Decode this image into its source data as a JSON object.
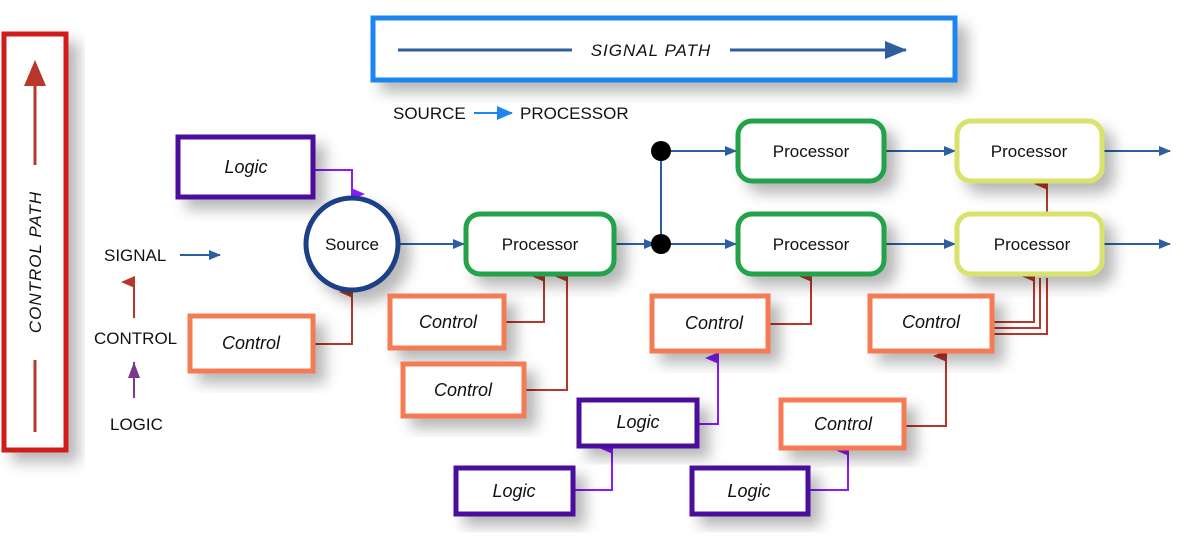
{
  "header": {
    "signal_path_title": "SIGNAL PATH"
  },
  "side": {
    "control_path_title": "CONTROL PATH"
  },
  "legend": {
    "source_label": "SOURCE",
    "processor_label": "PROCESSOR",
    "signal_label": "SIGNAL",
    "control_label": "CONTROL",
    "logic_label": "LOGIC"
  },
  "nodes": {
    "source": "Source",
    "processor_main": "Processor",
    "processor_top_mid": "Processor",
    "processor_bottom_mid": "Processor",
    "processor_top_right": "Processor",
    "processor_bottom_right": "Processor",
    "logic_top": "Logic",
    "control_left": "Control",
    "control_mid_1": "Control",
    "control_mid_2": "Control",
    "control_c3": "Control",
    "control_c4": "Control",
    "control_c5": "Control",
    "logic_l2": "Logic",
    "logic_l3": "Logic",
    "logic_l4": "Logic"
  },
  "colors": {
    "signal": "#2d5f9e",
    "control_arrow": "#b8372a",
    "logic_arrow": "#8a1aff",
    "control_box": "#f47c55",
    "logic_box": "#4b0f9b",
    "processor_green": "#22a34a",
    "processor_yellow": "#d9e26a",
    "source_ring": "#1f3f86",
    "signal_banner": "#1d86f0",
    "control_banner": "#d21f1f"
  }
}
